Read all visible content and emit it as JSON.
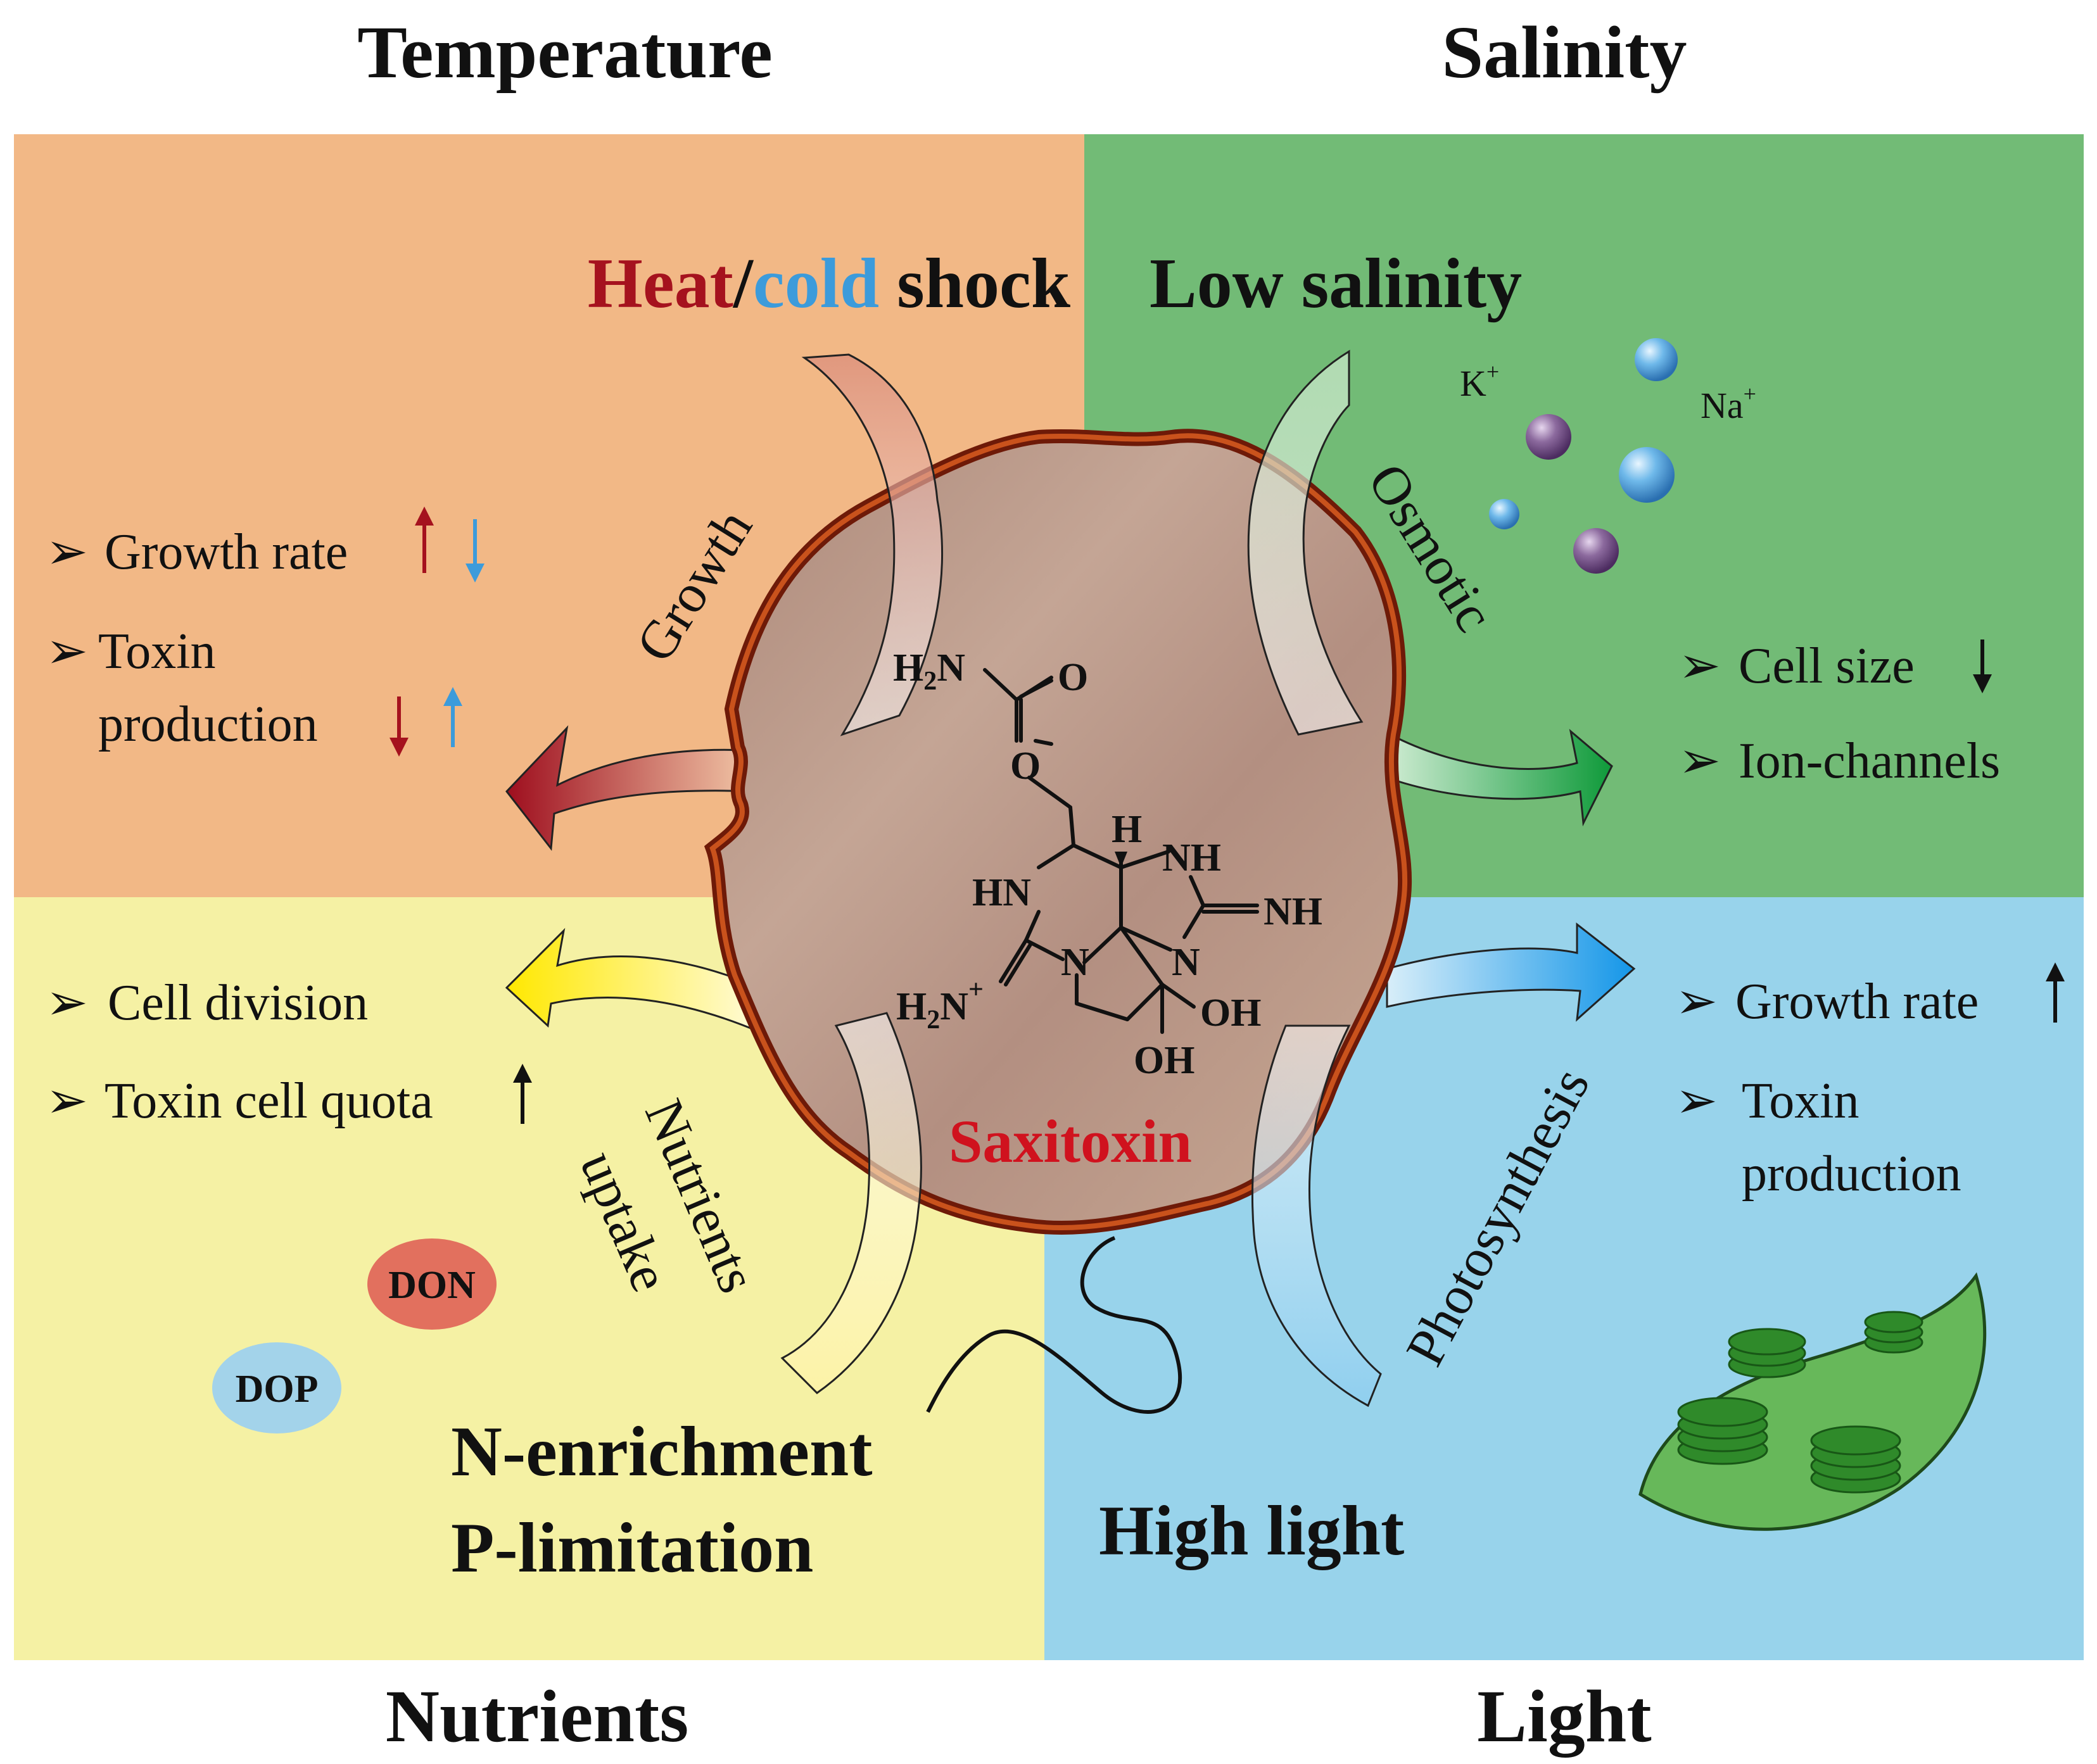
{
  "quadrants": {
    "temperature": {
      "title": "Temperature",
      "condition": {
        "heat": "Heat",
        "slash": "/",
        "cold": "cold",
        "rest": " shock"
      },
      "process": "Growth",
      "bullets": [
        "Growth rate",
        "Toxin",
        "production"
      ],
      "colors": {
        "bg": "#F2B886",
        "heat": "#A5121E",
        "cold": "#3C9BDB"
      }
    },
    "salinity": {
      "title": "Salinity",
      "condition": "Low salinity",
      "process": "Osmotic",
      "ions": [
        "K",
        "+",
        "Na",
        "+"
      ],
      "bullets": [
        "Cell size",
        "Ion-channels"
      ],
      "colors": {
        "bg": "#72BB76"
      }
    },
    "nutrients": {
      "title": "Nutrients",
      "conditions": [
        "N-enrichment",
        "P-limitation"
      ],
      "process": [
        "Nutrients",
        "uptake"
      ],
      "bullets": [
        "Cell division",
        "Toxin cell quota"
      ],
      "tags": [
        "DON",
        "DOP"
      ],
      "colors": {
        "bg": "#F5F1A4",
        "don": "#E2705E",
        "dop": "#A3D3EA"
      }
    },
    "light": {
      "title": "Light",
      "condition": "High light",
      "process": "Photosynthesis",
      "bullets": [
        "Growth rate",
        "Toxin",
        "production"
      ],
      "colors": {
        "bg": "#98D3EB"
      }
    }
  },
  "molecule": {
    "name": "Saxitoxin",
    "atoms": {
      "h2n_top": "H",
      "h2n_top_sub": "2",
      "h2n_top_n": "N",
      "o_carbonyl": "O",
      "o_ester": "O",
      "h_stereo": "H",
      "nh_a": "NH",
      "hn": "HN",
      "nh_imine": "NH",
      "n_a": "N",
      "n_b": "N",
      "h2n_plus": "H",
      "h2n_plus_sub": "2",
      "h2n_plus_n": "N",
      "plus": "+",
      "oh_a": "OH",
      "oh_b": "OH"
    },
    "color": "#D0121E"
  },
  "cell_color": "#B99788"
}
